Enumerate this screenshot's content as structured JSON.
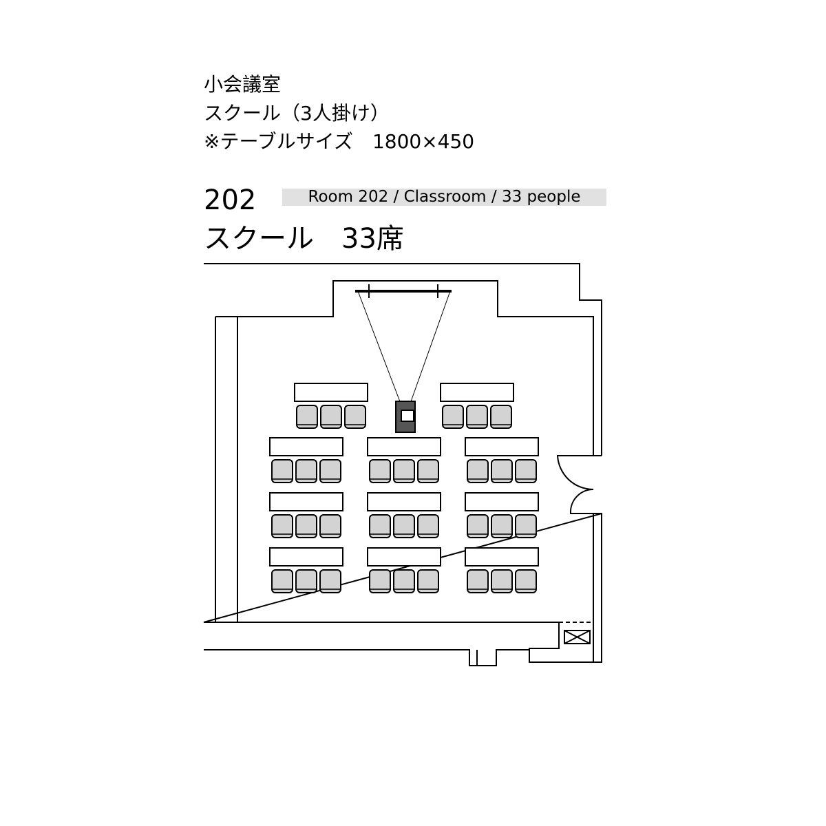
{
  "header": {
    "room_type": "小会議室",
    "layout": "スクール（3人掛け）",
    "table_size": "※テーブルサイズ　1800×450"
  },
  "room": {
    "number": "202",
    "english_label": "Room 202 / Classroom / 33 people",
    "capacity_label": "スクール　33席"
  },
  "colors": {
    "chair_fill": "#d3d3d3",
    "badge_bg": "#e1e1e1",
    "line": "#000000"
  },
  "layout": {
    "seats_per_table": 3,
    "front_row_tables": 2,
    "rows_of_three": 3,
    "total_seats": 33
  }
}
